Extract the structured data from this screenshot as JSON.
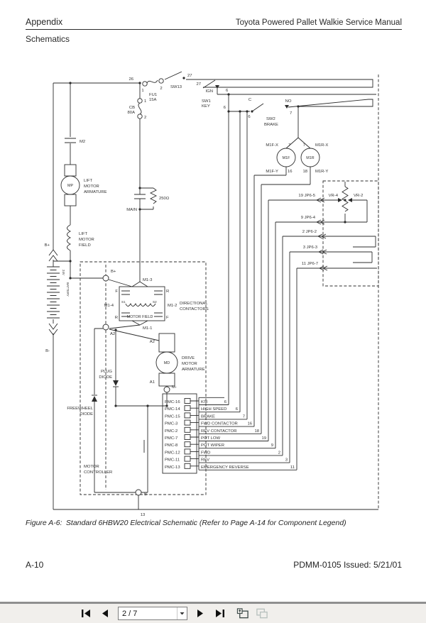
{
  "header": {
    "left": "Appendix",
    "right": "Toyota Powered Pallet Walkie Service Manual",
    "section": "Schematics"
  },
  "caption": {
    "label": "Figure A-6:",
    "text": "Standard 6HBW20 Electrical Schematic (Refer to Page A-14 for Component Legend)"
  },
  "footer": {
    "page_number": "A-10",
    "doc_info": "PDMM-0105 Issued:  5/21/01"
  },
  "toolbar": {
    "page_indicator": "2 / 7"
  },
  "schematic": {
    "power": {
      "n26": "26",
      "fu1_t1": "1",
      "fu1_t2": "2",
      "fu1": "FU1",
      "fu1_rating": "15A",
      "sw13": "SW13",
      "n27_top": "27",
      "n27_sw1": "27",
      "cb": "CB",
      "cb_rating": "80A",
      "cb_t1": "1",
      "cb_t2": "2"
    },
    "sw1": {
      "name": "SW1",
      "name2": "KEY",
      "ign": "IGN",
      "n6": "6"
    },
    "sw2": {
      "n6_left": "6",
      "c": "C",
      "n6_c": "6",
      "no": "NO",
      "n7": "7",
      "name": "SW2",
      "name2": "BRAKE"
    },
    "lift": {
      "m2": "M2",
      "mp": "MP",
      "arm1": "LIFT",
      "arm2": "MOTOR",
      "arm3": "ARMATURE",
      "field1": "LIFT",
      "field2": "MOTOR",
      "field3": "FIELD"
    },
    "main": {
      "name": "MAIN",
      "res": "250Ω"
    },
    "battery": {
      "bplus": "B+",
      "bminus": "B-",
      "volts": "24V",
      "name": "BATTERY"
    },
    "coils": {
      "m1f": "M1F",
      "m1r": "M1R",
      "m1fx": "M1F-X",
      "m1rx": "M1R-X",
      "m1fy": "M1F-Y",
      "m1ry": "M1R-Y",
      "n7f": "7",
      "n7r": "7",
      "n16": "16",
      "n18": "18"
    },
    "vr": {
      "vr4": "VR-4",
      "vr2": "VR-2"
    },
    "jp": {
      "jp65": "19  JP6-5",
      "jp64": "9  JP6-4",
      "jp62": "2  JP6-2",
      "jp63": "3  JP6-3",
      "jp67": "11  JP6-7"
    },
    "contactors": {
      "bplus": "B+",
      "a2": "A2",
      "m13": "M1-3",
      "m14": "M1-4",
      "m12": "M1-2",
      "m11": "M1-1",
      "f_tl": "F",
      "r_tr": "R",
      "r_bl": "R",
      "f_br": "F",
      "s1": "S1",
      "s2": "S2",
      "field": "MOTOR FIELD",
      "dir1": "DIRECTIONAL",
      "dir2": "CONTACTORS"
    },
    "drive": {
      "a2": "A2",
      "md": "MD",
      "l1": "DRIVE",
      "l2": "MOTOR",
      "l3": "ARMATURE",
      "a1": "A1",
      "m_minus": "M-"
    },
    "diodes": {
      "plug1": "PLUG",
      "plug2": "DIODE",
      "fw1": "FREEWHEEL",
      "fw2": "DIODE"
    },
    "controller": {
      "l1": "MOTOR",
      "l2": "CONTROLLER",
      "bminus": "B-",
      "n13": "13"
    },
    "pmc": {
      "rows": [
        {
          "pin": "PMC-16",
          "signal": "KSI",
          "wire": "6"
        },
        {
          "pin": "PMC-14",
          "signal": "HIGH SPEED",
          "wire": "6"
        },
        {
          "pin": "PMC-15",
          "signal": "BRAKE",
          "wire": "7"
        },
        {
          "pin": "PMC-3",
          "signal": "FWD CONTACTOR",
          "wire": "16"
        },
        {
          "pin": "PMC-2",
          "signal": "REV CONTACTOR",
          "wire": "18"
        },
        {
          "pin": "PMC-7",
          "signal": "POT LOW",
          "wire": "19"
        },
        {
          "pin": "PMC-8",
          "signal": "POT WIPER",
          "wire": "9"
        },
        {
          "pin": "PMC-12",
          "signal": "FWD",
          "wire": "2"
        },
        {
          "pin": "PMC-11",
          "signal": "REV",
          "wire": "3"
        },
        {
          "pin": "PMC-13",
          "signal": "EMERGENCY REVERSE",
          "wire": "11"
        }
      ]
    }
  }
}
